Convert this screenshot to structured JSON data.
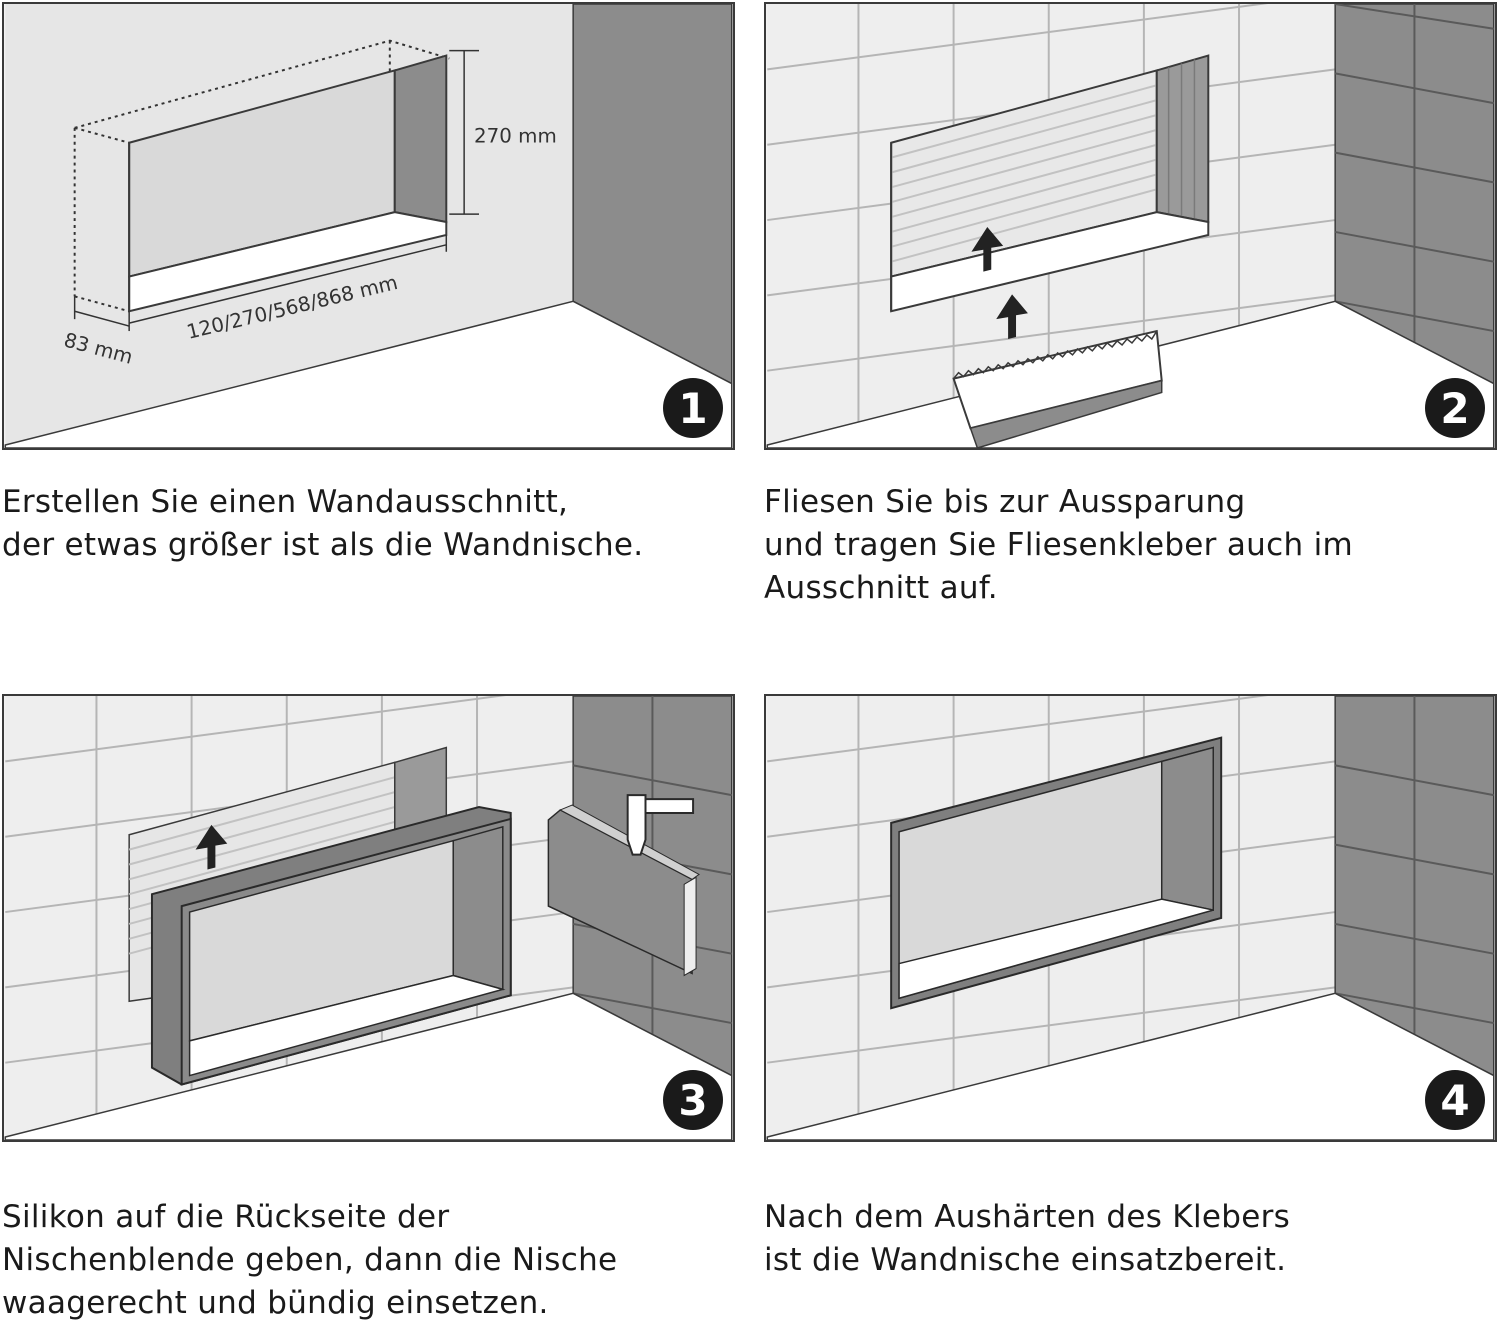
{
  "steps": [
    {
      "number": "1",
      "caption_lines": [
        "Erstellen Sie einen Wandausschnitt,",
        "der etwas größer ist als die Wandnische."
      ],
      "dimensions": {
        "height": "270 mm",
        "width": "120/270/568/868 mm",
        "depth": "83 mm"
      }
    },
    {
      "number": "2",
      "caption_lines": [
        "Fliesen Sie bis zur Aussparung",
        "und tragen Sie Fliesenkleber auch im",
        "Ausschnitt auf."
      ]
    },
    {
      "number": "3",
      "caption_lines": [
        "Silikon auf die Rückseite der",
        "Nischenblende geben, dann die Nische",
        "waagerecht und bündig einsetzen."
      ]
    },
    {
      "number": "4",
      "caption_lines": [
        "Nach dem Aushärten des Klebers",
        "ist die Wandnische einsatzbereit."
      ]
    }
  ],
  "colors": {
    "wall_light": "#e3e3e3",
    "wall_dark": "#8a8a8a",
    "floor": "#ffffff",
    "niche_back": "#d6d6d6",
    "outline": "#3a3a3a",
    "badge": "#1a1a1a"
  }
}
